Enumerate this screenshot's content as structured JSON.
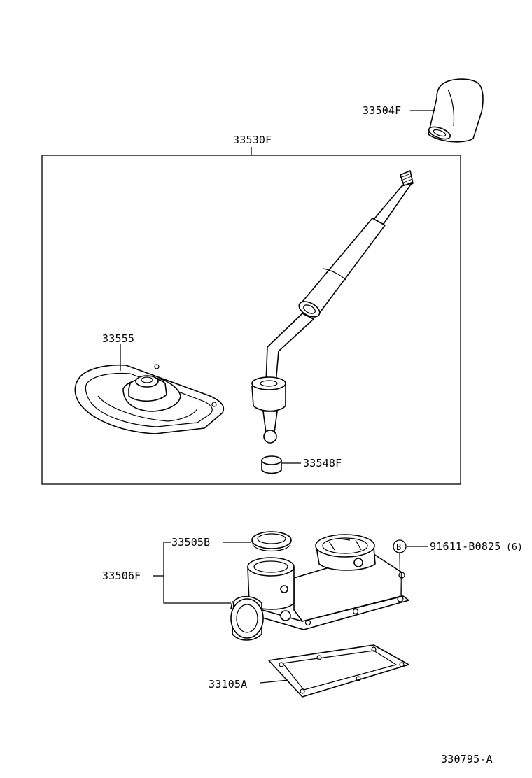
{
  "callouts": {
    "knob": "33504F",
    "lever_assembly": "33530F",
    "boot_retainer": "33555",
    "bushing": "33548F",
    "plug": "33505B",
    "retainer_housing": "33506F",
    "bolt_marker": "B",
    "bolt": "91611-B0825",
    "bolt_qty": "(6)",
    "gasket": "33105A"
  },
  "figure_code": "330795-A",
  "icons": {
    "knob": "shift-knob-icon",
    "lever": "shift-lever-icon",
    "boot": "dust-boot-icon",
    "bushing": "bushing-icon",
    "plug": "hole-plug-icon",
    "housing": "lever-retainer-housing-icon",
    "gasket": "gasket-icon"
  },
  "colors": {
    "ink": "#000000",
    "paper": "#ffffff"
  }
}
